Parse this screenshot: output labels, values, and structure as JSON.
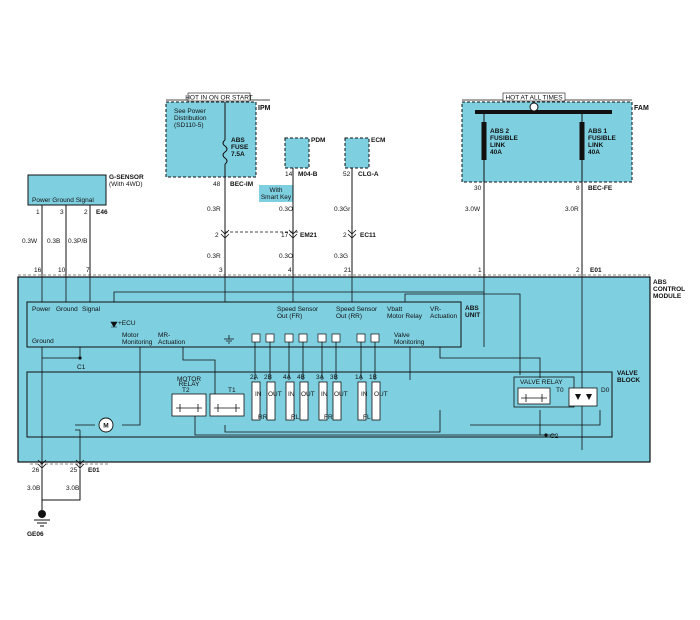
{
  "colors": {
    "module_fill": "#7ecfe0",
    "wire": "#111111",
    "background": "#ffffff"
  },
  "hot_labels": {
    "ipm": "HOT IN ON OR START",
    "fam": "HOT AT ALL TIMES"
  },
  "ipm": {
    "name": "IPM",
    "note_1": "See Power",
    "note_2": "Distribution",
    "note_3": "(SD110-5)",
    "fuse_1": "ABS",
    "fuse_2": "FUSE",
    "fuse_3": "7.5A",
    "pin": "48",
    "connector": "BEC-IM"
  },
  "pdm": {
    "name": "PDM",
    "pin": "14",
    "connector": "M04-B",
    "note_1": "With",
    "note_2": "Smart Key"
  },
  "ecm": {
    "name": "ECM",
    "pin": "52",
    "connector": "CLG-A"
  },
  "fam": {
    "name": "FAM",
    "link2": {
      "l1": "ABS 2",
      "l2": "FUSIBLE",
      "l3": "LINK",
      "l4": "40A"
    },
    "link1": {
      "l1": "ABS 1",
      "l2": "FUSIBLE",
      "l3": "LINK",
      "l4": "40A"
    },
    "pin_left": "30",
    "pin_right": "8",
    "connector": "BEC-FE"
  },
  "gsensor": {
    "name": "G-SENSOR",
    "note": "(With 4WD)",
    "pins_label": "Power  Ground  Signal",
    "pins": [
      "1",
      "3",
      "2"
    ],
    "connector": "E46"
  },
  "wires": {
    "gs": [
      "0.3W",
      "0.3B",
      "0.3P/B"
    ],
    "ipm": "0.3R",
    "pdm": "0.3O",
    "ecm": "0.3Gr",
    "fam_l": "3.0W",
    "fam_r": "3.0R",
    "lower_ipm": "0.3R",
    "lower_pdm": "0.3O",
    "lower_ecm": "0.3G",
    "ground_l": "3.0B",
    "ground_r": "3.0B"
  },
  "connectors": {
    "em21": {
      "pin_ipm": "2",
      "pin": "17",
      "name": "EM21"
    },
    "ec11": {
      "pin": "2",
      "name": "EC11"
    },
    "e01_top": {
      "pins": [
        "16",
        "10",
        "7",
        "3",
        "4",
        "21",
        "1",
        "2"
      ],
      "name": "E01"
    },
    "e01_bottom": {
      "pins": [
        "26",
        "25"
      ],
      "name": "E01"
    }
  },
  "module": {
    "name_1": "ABS",
    "name_2": "CONTROL",
    "name_3": "MODULE",
    "unit_1": "ABS",
    "unit_2": "UNIT",
    "unit_labels": {
      "power": "Power",
      "ground": "Ground",
      "signal": "Signal",
      "ecu": "+ECU",
      "ground_bottom": "Ground",
      "motor_1": "Motor",
      "motor_2": "Monitoring",
      "mr_1": "MR-",
      "mr_2": "Actuation",
      "ssfr_1": "Speed Sensor",
      "ssfr_2": "Out (FR)",
      "ssrr_1": "Speed Sensor",
      "ssrr_2": "Out (RR)",
      "vbatt_1": "Vbatt",
      "vbatt_2": "Motor Relay",
      "vr_1": "VR-",
      "vr_2": "Actuation",
      "valve_1": "Valve",
      "valve_2": "Monitoring"
    },
    "c1": "C1",
    "c2": "C2",
    "valve_block_1": "VALVE",
    "valve_block_2": "BLOCK",
    "motor_relay_1": "MOTOR",
    "motor_relay_2": "RELAY",
    "t1": "T1",
    "t2": "T2",
    "t0": "T0",
    "d0": "D0",
    "valve_relay": "VALVE RELAY",
    "valve_ids": [
      "2A",
      "2B",
      "4A",
      "4B",
      "3A",
      "3B",
      "1A",
      "1B"
    ],
    "in_out": [
      "IN",
      "OUT",
      "IN",
      "OUT",
      "IN",
      "OUT",
      "IN",
      "OUT"
    ],
    "wheels": [
      "RR",
      "RL",
      "FR",
      "FL"
    ],
    "motor": "M"
  },
  "ground": {
    "name": "GE06"
  }
}
